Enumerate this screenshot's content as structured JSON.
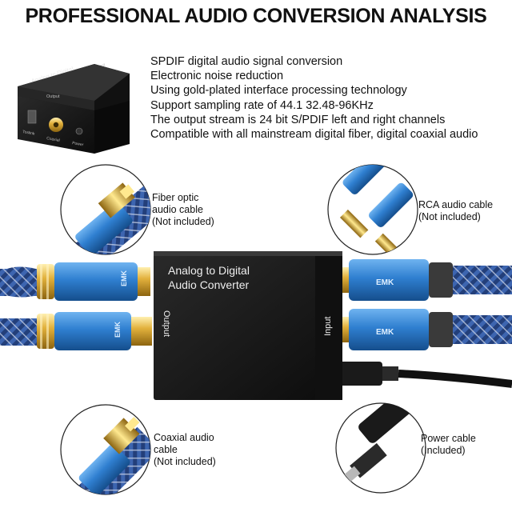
{
  "header": {
    "title": "PROFESSIONAL AUDIO CONVERSION ANALYSIS"
  },
  "features": [
    "SPDIF digital audio signal conversion",
    "Electronic noise reduction",
    "Using gold-plated interface processing technology",
    "Support sampling rate of 44.1 32.48-96KHz",
    "The output stream is 24 bit S/PDIF left and right channels",
    "Compatible with all mainstream digital fiber, digital coaxial audio"
  ],
  "small_device": {
    "label_line1": "Analog to Digital",
    "label_line2": "Audio Converter",
    "top_label": "Input",
    "port_output": "Output",
    "port_toslink": "Toslink",
    "port_coaxial": "Coaxial",
    "port_power": "Power"
  },
  "main_device": {
    "label_line1": "Analog to Digital",
    "label_line2": "Audio Converter",
    "output_label": "Output",
    "input_label": "Input"
  },
  "cable_brand": "EMK",
  "callouts": {
    "fiber": {
      "line1": "Fiber optic",
      "line2": "audio cable",
      "line3": "(Not included)"
    },
    "rca": {
      "line1": "RCA audio cable",
      "line2": "(Not included)"
    },
    "coaxial": {
      "line1": "Coaxial audio",
      "line2": "cable",
      "line3": "(Not included)"
    },
    "power": {
      "line1": "Power cable",
      "line2": "(Included)"
    }
  },
  "colors": {
    "accent_blue": "#2f7fd0",
    "gold": "#e2b13c",
    "device": "#151515",
    "cable_weave": "#2a4a8a"
  }
}
